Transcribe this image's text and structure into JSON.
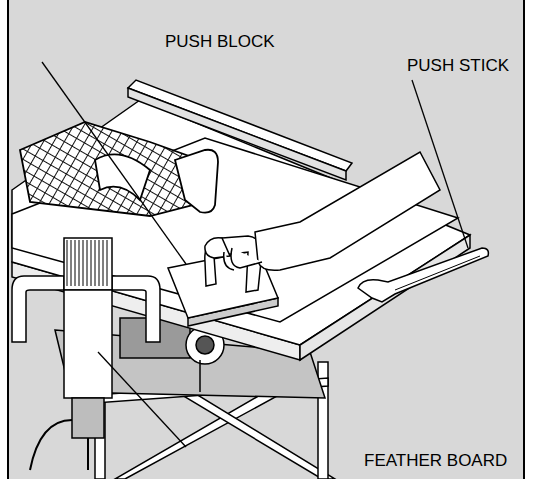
{
  "diagram": {
    "labels": [
      "PUSH BLOCK",
      "PUSH STICK",
      "FEATHER BOARD"
    ]
  }
}
